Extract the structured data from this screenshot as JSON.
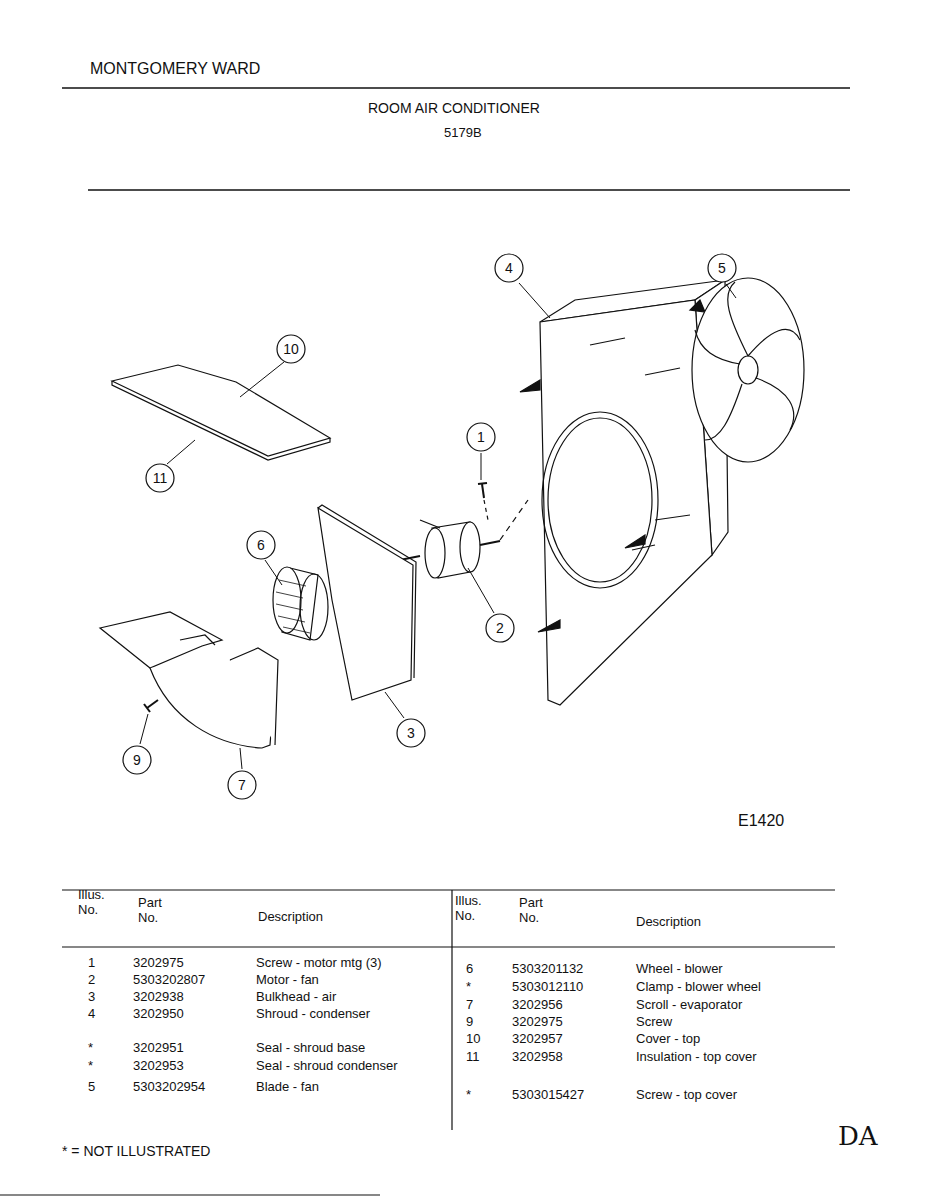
{
  "diagram": {
    "title": "ROOM AIR CONDITIONER",
    "nodes": [
      {
        "text": [
          "4"
        ]
      },
      {
        "text": [
          "5"
        ]
      },
      {
        "text": [
          "10"
        ]
      },
      {
        "text": [
          "1"
        ]
      },
      {
        "text": [
          "11"
        ]
      },
      {
        "text": [
          "6"
        ]
      },
      {
        "text": [
          "2"
        ]
      },
      {
        "text": [
          "3"
        ]
      },
      {
        "text": [
          "9"
        ]
      },
      {
        "text": [
          "7"
        ]
      }
    ],
    "labels": [
      "MONTGOMERY WARD",
      "5179B",
      "E1420",
      "Illus. No.",
      "Part No.",
      "Description",
      "Illus. No.",
      "Part No.",
      "Description",
      "1",
      "3202975",
      "Screw - motor mtg (3)",
      "2",
      "5303202807",
      "Motor - fan",
      "3",
      "3202938",
      "Bulkhead - air",
      "4",
      "3202950",
      "Shroud - condenser",
      "*",
      "3202951",
      "Seal - shroud base",
      "*",
      "3202953",
      "Seal - shroud condenser",
      "5",
      "5303202954",
      "Blade - fan",
      "6",
      "5303201132",
      "Wheel - blower",
      "*",
      "5303012110",
      "Clamp - blower wheel",
      "7",
      "3202956",
      "Scroll - evaporator",
      "9",
      "3202975",
      "Screw",
      "10",
      "3202957",
      "Cover - top",
      "11",
      "3202958",
      "Insulation - top cover",
      "*",
      "5303015427",
      "Screw - top cover",
      "* = NOT ILLUSTRATED",
      "DA"
    ]
  }
}
